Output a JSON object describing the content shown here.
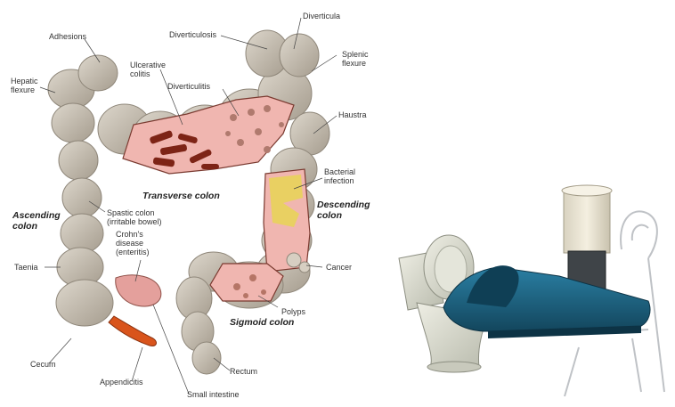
{
  "diagram": {
    "labels": {
      "adhesions": "Adhesions",
      "diverticulosis": "Diverticulosis",
      "diverticula": "Diverticula",
      "splenic_flexure": "Splenic\nflexure",
      "hepatic_flexure": "Hepatic\nflexure",
      "ulcerative_colitis": "Ulcerative\ncolitis",
      "diverticulitis": "Diverticulitis",
      "haustra": "Haustra",
      "transverse_colon": "Transverse colon",
      "bacterial_infection": "Bacterial\ninfection",
      "descending_colon": "Descending\ncolon",
      "ascending_colon": "Ascending\ncolon",
      "spastic_colon": "Spastic colon\n(irritable bowel)",
      "crohns_disease": "Crohn's\ndisease\n(enteritis)",
      "taenia": "Taenia",
      "cancer": "Cancer",
      "polyps": "Polyps",
      "sigmoid_colon": "Sigmoid colon",
      "cecum": "Cecum",
      "appendicitis": "Appendicitis",
      "rectum": "Rectum",
      "small_intestine": "Small intestine"
    }
  },
  "colors": {
    "colon_wall": "#c9c2b6",
    "colon_shadow": "#9a9184",
    "mucosa": "#e8a0a0",
    "inflamed": "#8b2a1c",
    "infection": "#e8d35a",
    "appendix": "#d9541c",
    "board_blue": "#1c5f7d",
    "toilet": "#d8d9cc"
  }
}
